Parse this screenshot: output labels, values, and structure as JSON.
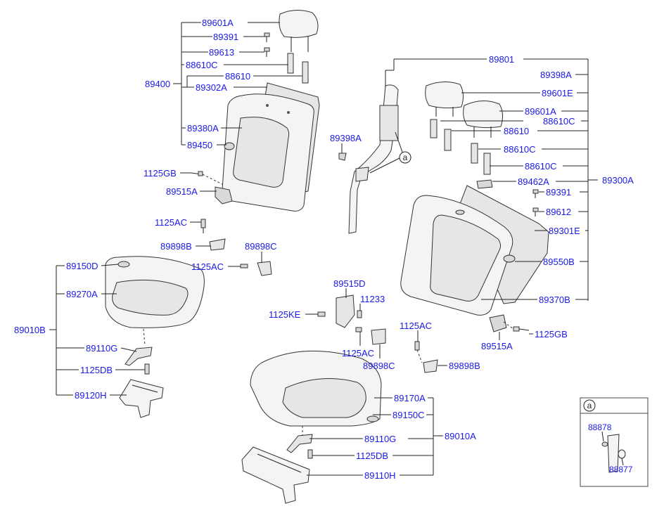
{
  "labels": {
    "p89601A_top": "89601A",
    "p89391_top": "89391",
    "p89613": "89613",
    "p88610C_top": "88610C",
    "p88610_top": "88610",
    "p89400": "89400",
    "p89302A": "89302A",
    "p89380A": "89380A",
    "p89450": "89450",
    "p1125GB_left": "1125GB",
    "p89515A_left": "89515A",
    "p1125AC_1": "1125AC",
    "p89898B_1": "89898B",
    "p89898C_1": "89898C",
    "p1125AC_2": "1125AC",
    "p89150D": "89150D",
    "p89270A": "89270A",
    "p89010B": "89010B",
    "p89110G_left": "89110G",
    "p1125DB_left": "1125DB",
    "p89120H": "89120H",
    "p89801": "89801",
    "p89398A_belt": "89398A",
    "p89398A_right": "89398A",
    "p89601E": "89601E",
    "p89601A_right": "89601A",
    "p88610C_r1": "88610C",
    "p88610_right": "88610",
    "p88610C_r2": "88610C",
    "p88610C_r3": "88610C",
    "p89300A": "89300A",
    "p89462A": "89462A",
    "p89391_right": "89391",
    "p89612": "89612",
    "p89301E": "89301E",
    "p89550B": "89550B",
    "p89370B": "89370B",
    "p89515D": "89515D",
    "p11233": "11233",
    "p1125KE": "1125KE",
    "p1125AC_3": "1125AC",
    "p89898C_2": "89898C",
    "p1125AC_4": "1125AC",
    "p89898B_2": "89898B",
    "p89515A_right": "89515A",
    "p1125GB_right": "1125GB",
    "p89170A": "89170A",
    "p89150C": "89150C",
    "p89010A": "89010A",
    "p89110G_bottom": "89110G",
    "p1125DB_bottom": "1125DB",
    "p89110H": "89110H",
    "inset_marker": "a",
    "belt_marker": "a",
    "p88878": "88878",
    "p88877": "88877"
  },
  "colors": {
    "label": "#1a1ae6",
    "line": "#222222",
    "part_fill": "#f4f4f4"
  }
}
